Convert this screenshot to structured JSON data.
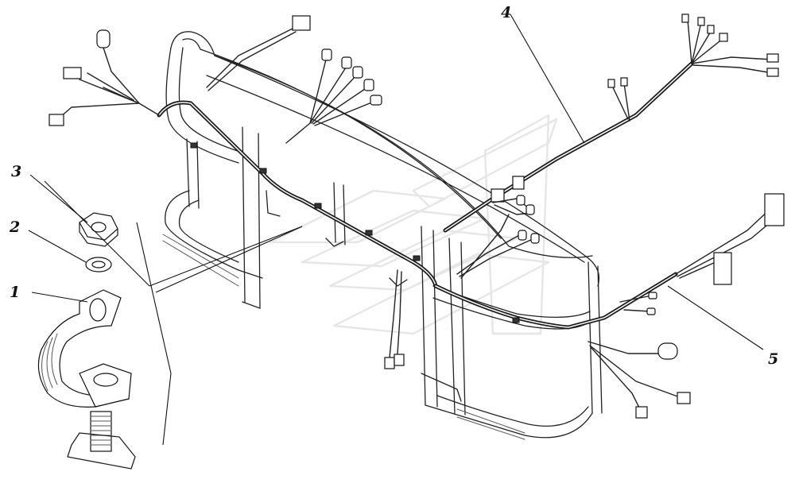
{
  "callouts": [
    {
      "id": "1",
      "label": "1"
    },
    {
      "id": "2",
      "label": "2"
    },
    {
      "id": "3",
      "label": "3"
    },
    {
      "id": "4",
      "label": "4"
    },
    {
      "id": "5",
      "label": "5"
    }
  ],
  "colors": {
    "ink": "#111111",
    "background": "#ffffff",
    "watermark": "#e6e6e6"
  }
}
